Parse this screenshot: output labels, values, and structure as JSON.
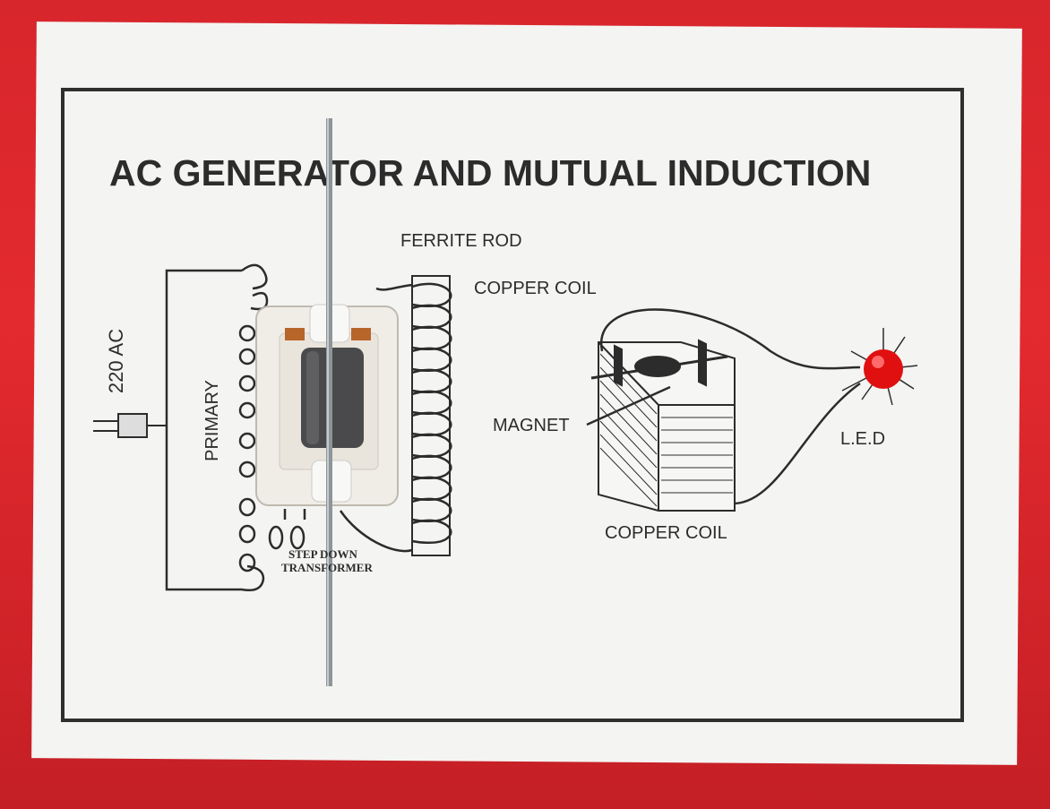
{
  "title": "AC GENERATOR AND MUTUAL INDUCTION",
  "labels": {
    "ferrite_rod": "FERRITE ROD",
    "copper_coil_top": "COPPER COIL",
    "ac_supply": "220 AC",
    "primary": "PRIMARY",
    "magnet": "MAGNET",
    "led": "L.E.D",
    "copper_coil_bottom": "COPPER COIL",
    "step_down_1": "STEP DOWN",
    "step_down_2": "TRANSFORMER"
  },
  "colors": {
    "board": "#d7262c",
    "paper": "#f4f4f2",
    "ink": "#2c2c2c",
    "led": "#e01010",
    "ferrite": "#4a4a4c",
    "copper": "#b8652a"
  }
}
